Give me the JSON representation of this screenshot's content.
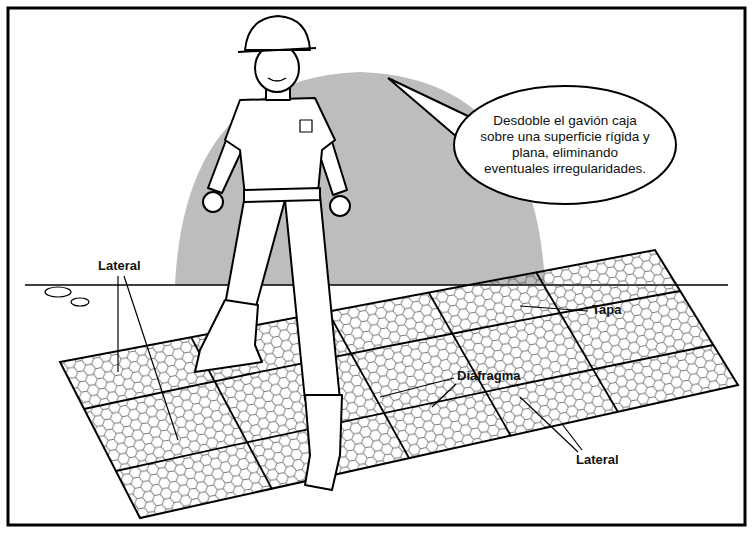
{
  "diagram": {
    "nodes": [
      {
        "text": [
          "Desdoble el gavión caja sobre una superficie rígida y plana, eliminando eventuales irregularidades."
        ]
      }
    ],
    "labels": [
      "Lateral",
      "Tapa",
      "Diafragma",
      "Lateral"
    ]
  }
}
